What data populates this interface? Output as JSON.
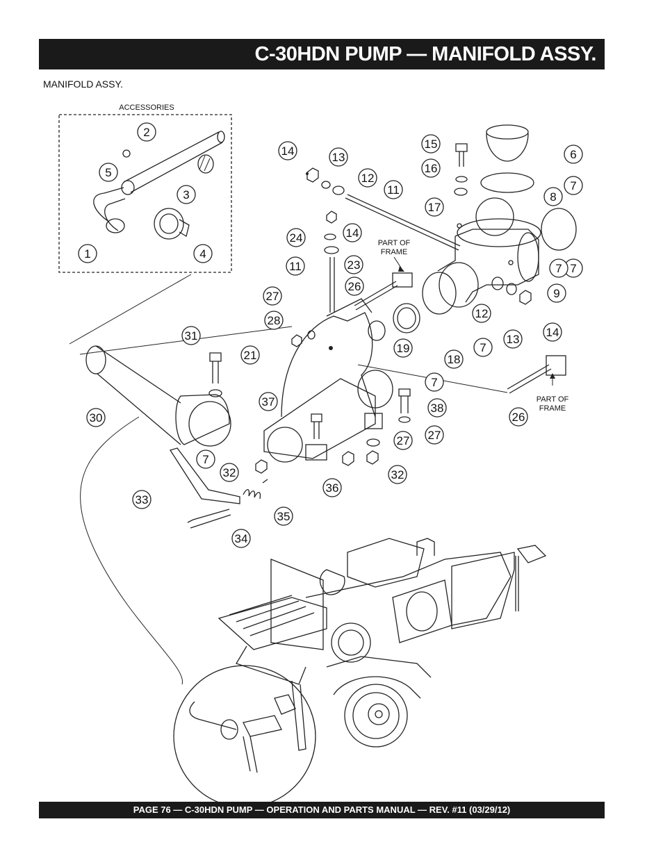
{
  "header": {
    "title": "C-30HDN PUMP — MANIFOLD ASSY."
  },
  "subtitle": "MANIFOLD  ASSY.",
  "accessories_label": "ACCESSORIES",
  "frame_labels": [
    "PART OF FRAME",
    "PART OF FRAME"
  ],
  "callouts": [
    "1",
    "2",
    "3",
    "4",
    "5",
    "6",
    "7",
    "7",
    "7",
    "7",
    "7",
    "7",
    "8",
    "9",
    "11",
    "11",
    "12",
    "12",
    "13",
    "13",
    "14",
    "14",
    "14",
    "15",
    "16",
    "17",
    "18",
    "19",
    "21",
    "23",
    "24",
    "26",
    "26",
    "27",
    "27",
    "27",
    "28",
    "30",
    "31",
    "32",
    "32",
    "33",
    "34",
    "35",
    "36",
    "37",
    "38"
  ],
  "footer": {
    "text": "PAGE 76 — C-30HDN PUMP — OPERATION AND PARTS MANUAL — REV. #11 (03/29/12)"
  }
}
